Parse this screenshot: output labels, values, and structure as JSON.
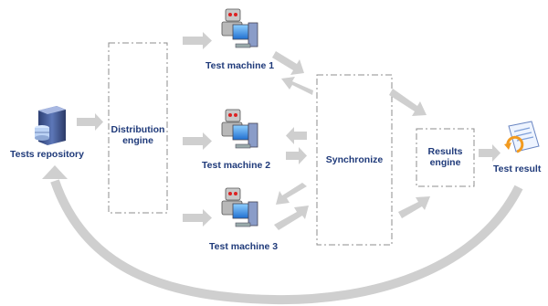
{
  "labels": {
    "tests_repository": "Tests repository",
    "distribution_engine_line1": "Distribution",
    "distribution_engine_line2": "engine",
    "test_machine_1": "Test machine 1",
    "test_machine_2": "Test machine 2",
    "test_machine_3": "Test machine 3",
    "synchronize": "Synchronize",
    "results_engine_line1": "Results",
    "results_engine_line2": "engine",
    "test_result": "Test result"
  },
  "colors": {
    "label_text": "#1f3a7a",
    "arrow": "#cfcfcf",
    "box_border": "#8c8c8c"
  },
  "icons": {
    "repository": "database-server-icon",
    "machine": "robot-computer-icon",
    "result": "document-result-icon"
  }
}
